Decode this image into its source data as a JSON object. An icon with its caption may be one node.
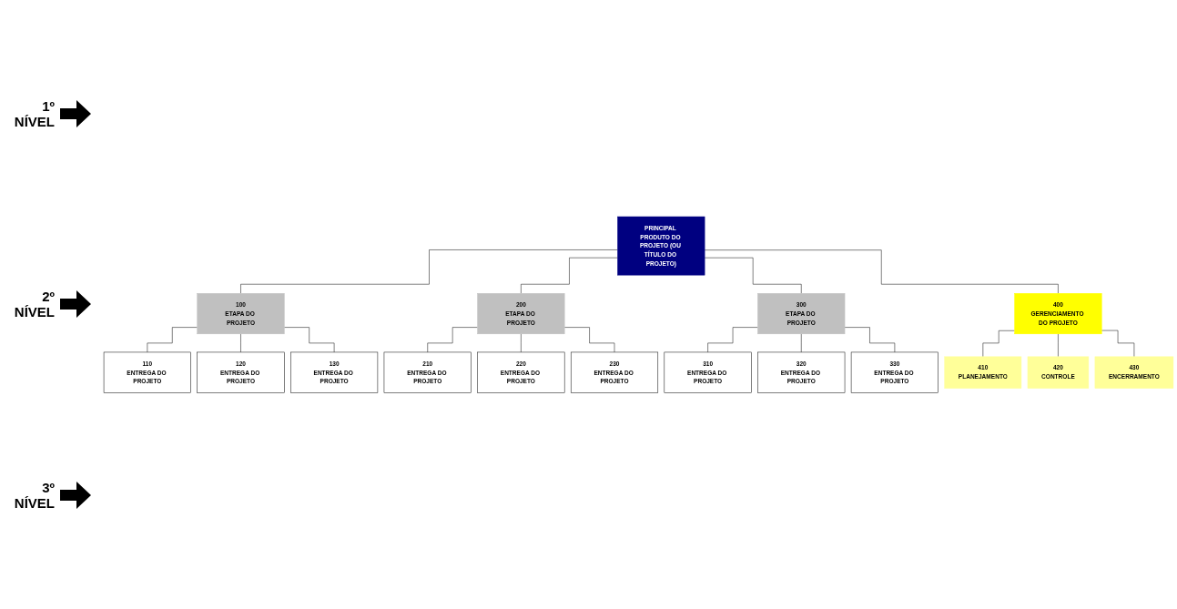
{
  "diagram": {
    "nodes": [
      {
        "text": [
          "PRINCIPAL PRODUTO DO PROJETO (OU TÍTULO DO PROJETO)"
        ]
      },
      {
        "text": [
          "100",
          "ETAPA DO PROJETO"
        ]
      },
      {
        "text": [
          "200",
          "ETAPA DO PROJETO"
        ]
      },
      {
        "text": [
          "300",
          "ETAPA DO PROJETO"
        ]
      },
      {
        "text": [
          "400",
          "GERENCIAMENTO DO PROJETO"
        ]
      },
      {
        "text": [
          "110",
          "ENTREGA DO PROJETO"
        ]
      },
      {
        "text": [
          "120",
          "ENTREGA DO PROJETO"
        ]
      },
      {
        "text": [
          "130",
          "ENTREGA DO PROJETO"
        ]
      },
      {
        "text": [
          "210",
          "ENTREGA DO PROJETO"
        ]
      },
      {
        "text": [
          "220",
          "ENTREGA DO PROJETO"
        ]
      },
      {
        "text": [
          "230",
          "ENTREGA DO PROJETO"
        ]
      },
      {
        "text": [
          "310",
          "ENTREGA DO PROJETO"
        ]
      },
      {
        "text": [
          "320",
          "ENTREGA DO PROJETO"
        ]
      },
      {
        "text": [
          "330",
          "ENTREGA DO PROJETO"
        ]
      },
      {
        "text": [
          "410",
          "PLANEJAMENTO"
        ]
      },
      {
        "text": [
          "420",
          "CONTROLE"
        ]
      },
      {
        "text": [
          "430",
          "ENCERRAMENTO"
        ]
      }
    ],
    "edges": [
      {
        "from": 0,
        "to": 1,
        "arrow": "none"
      },
      {
        "from": 0,
        "to": 2,
        "arrow": "none"
      },
      {
        "from": 0,
        "to": 3,
        "arrow": "none"
      },
      {
        "from": 0,
        "to": 4,
        "arrow": "none"
      },
      {
        "from": 1,
        "to": 5,
        "arrow": "none"
      },
      {
        "from": 1,
        "to": 6,
        "arrow": "none"
      },
      {
        "from": 1,
        "to": 7,
        "arrow": "none"
      },
      {
        "from": 2,
        "to": 8,
        "arrow": "none"
      },
      {
        "from": 2,
        "to": 9,
        "arrow": "none"
      },
      {
        "from": 2,
        "to": 10,
        "arrow": "none"
      },
      {
        "from": 3,
        "to": 11,
        "arrow": "none"
      },
      {
        "from": 3,
        "to": 12,
        "arrow": "none"
      },
      {
        "from": 3,
        "to": 13,
        "arrow": "none"
      },
      {
        "from": 4,
        "to": 14,
        "arrow": "none"
      },
      {
        "from": 4,
        "to": 15,
        "arrow": "none"
      },
      {
        "from": 4,
        "to": 16,
        "arrow": "none"
      }
    ],
    "labels": [
      "1º NÍVEL",
      "2º NÍVEL",
      "3º NÍVEL"
    ]
  }
}
